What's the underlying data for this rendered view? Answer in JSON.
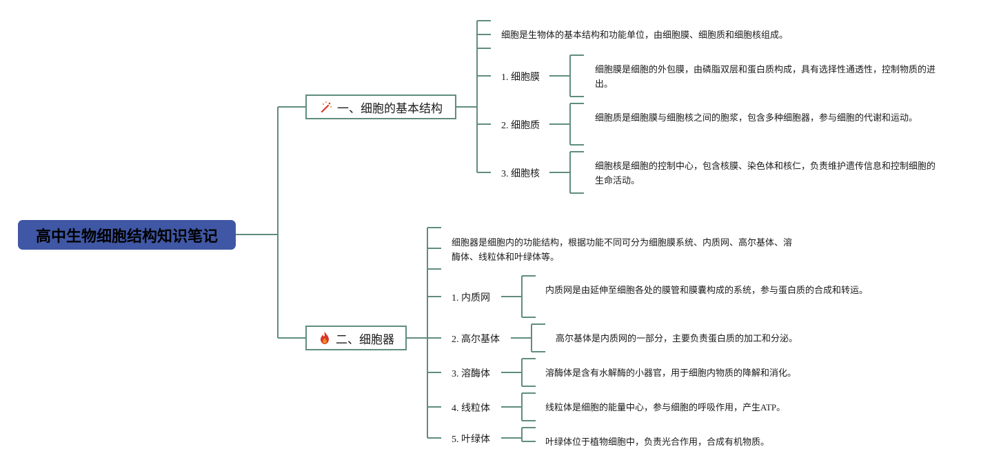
{
  "root": {
    "title": "高中生物细胞结构知识笔记"
  },
  "branches": [
    {
      "title": "一、细胞的基本结构",
      "icon": "magic-wand-icon",
      "intro": "细胞是生物体的基本结构和功能单位，由细胞膜、细胞质和细胞核组成。",
      "items": [
        {
          "label": "1. 细胞膜",
          "text": "细胞膜是细胞的外包膜，由磷脂双层和蛋白质构成，具有选择性通透性，控制物质的进出。"
        },
        {
          "label": "2. 细胞质",
          "text": "细胞质是细胞膜与细胞核之间的胞浆，包含多种细胞器，参与细胞的代谢和运动。"
        },
        {
          "label": "3. 细胞核",
          "text": "细胞核是细胞的控制中心，包含核膜、染色体和核仁，负责维护遗传信息和控制细胞的生命活动。"
        }
      ]
    },
    {
      "title": "二、细胞器",
      "icon": "fire-icon",
      "intro": "细胞器是细胞内的功能结构，根据功能不同可分为细胞膜系统、内质网、高尔基体、溶酶体、线粒体和叶绿体等。",
      "items": [
        {
          "label": "1. 内质网",
          "text": "内质网是由延伸至细胞各处的膜管和膜囊构成的系统，参与蛋白质的合成和转运。"
        },
        {
          "label": "2. 高尔基体",
          "text": "高尔基体是内质网的一部分，主要负责蛋白质的加工和分泌。"
        },
        {
          "label": "3. 溶酶体",
          "text": "溶酶体是含有水解酶的小器官，用于细胞内物质的降解和消化。"
        },
        {
          "label": "4. 线粒体",
          "text": "线粒体是细胞的能量中心，参与细胞的呼吸作用，产生ATP。"
        },
        {
          "label": "5. 叶绿体",
          "text": "叶绿体位于植物细胞中，负责光合作用，合成有机物质。"
        }
      ]
    }
  ],
  "colors": {
    "root_fill": "#3f57a4",
    "connector": "#5f8c7f",
    "icon_red": "#d9362b",
    "icon_orange": "#f08a24"
  }
}
